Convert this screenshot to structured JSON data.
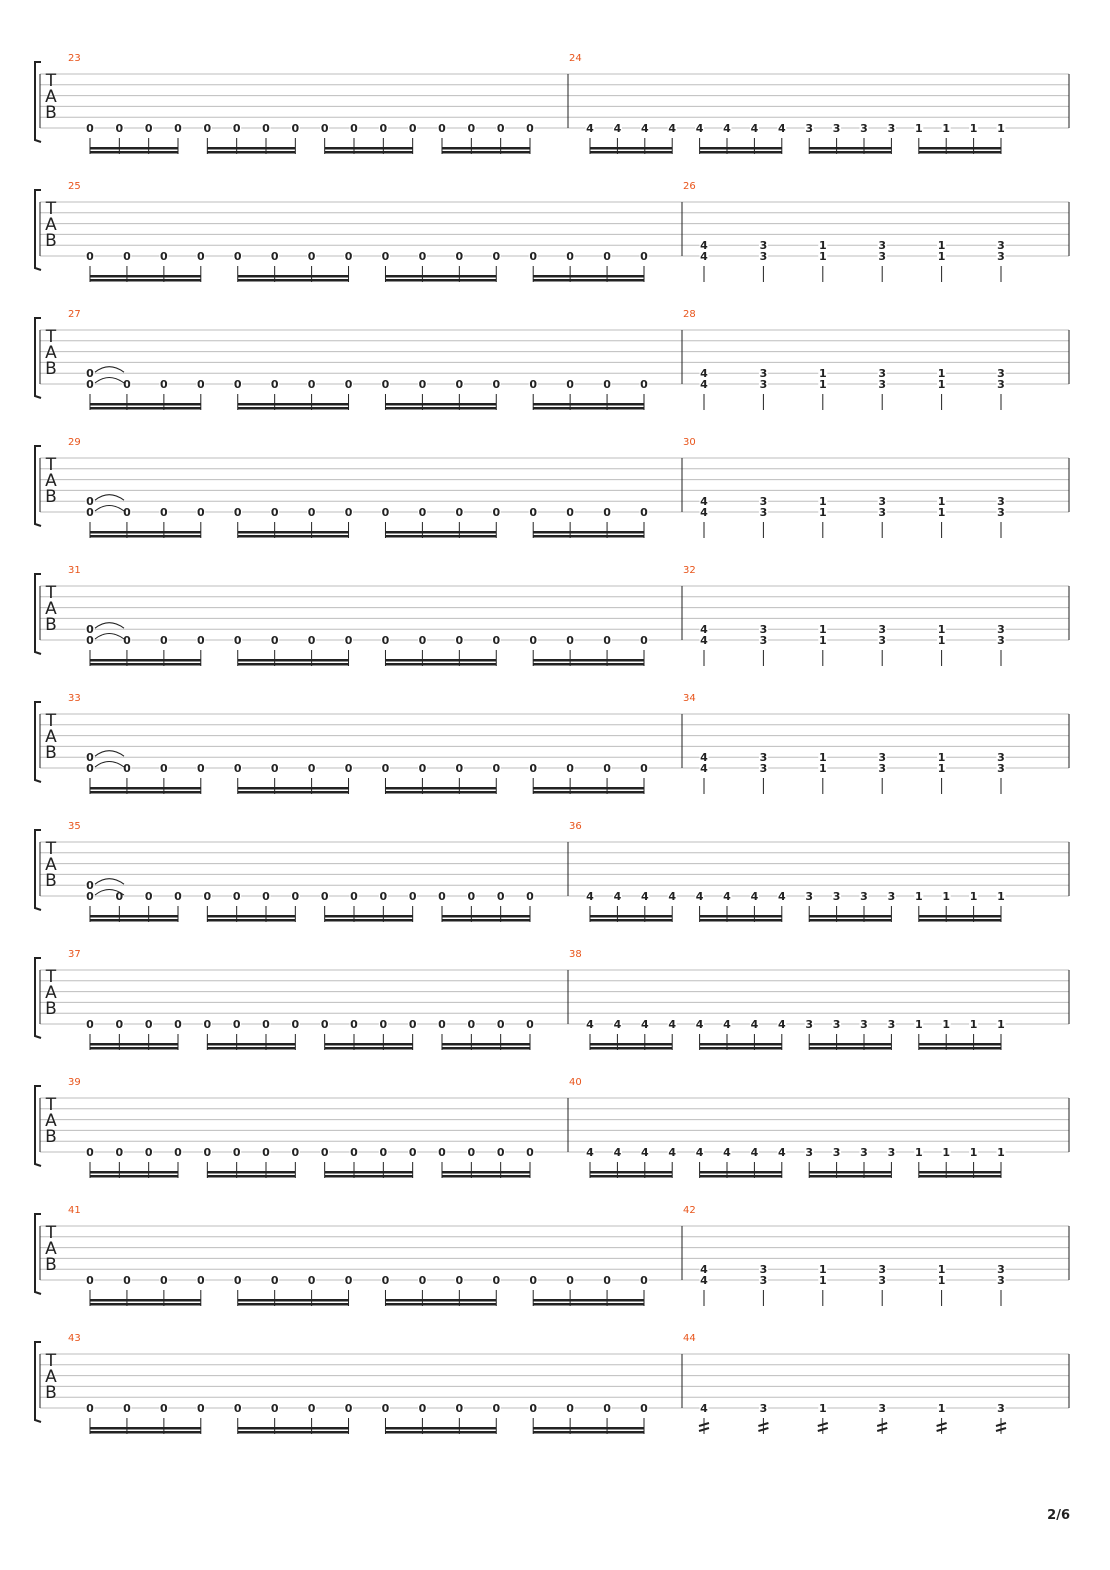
{
  "tab_letters": [
    "T",
    "A",
    "B"
  ],
  "page_number": "2/6",
  "systems": [
    {
      "measures": [
        {
          "number": "23",
          "beats": [
            [
              0
            ],
            [
              0
            ],
            [
              0
            ],
            [
              0
            ],
            [
              0
            ],
            [
              0
            ],
            [
              0
            ],
            [
              0
            ],
            [
              0
            ],
            [
              0
            ],
            [
              0
            ],
            [
              0
            ],
            [
              0
            ],
            [
              0
            ],
            [
              0
            ],
            [
              0
            ]
          ],
          "groups": [
            4,
            4,
            4,
            4
          ]
        },
        {
          "number": "24",
          "beats": [
            [
              4
            ],
            [
              4
            ],
            [
              4
            ],
            [
              4
            ],
            [
              4
            ],
            [
              4
            ],
            [
              4
            ],
            [
              4
            ],
            [
              3
            ],
            [
              3
            ],
            [
              3
            ],
            [
              3
            ],
            [
              1
            ],
            [
              1
            ],
            [
              1
            ],
            [
              1
            ]
          ],
          "groups": [
            4,
            4,
            4,
            4
          ]
        }
      ]
    },
    {
      "measures": [
        {
          "number": "25",
          "beats": [
            [
              0
            ],
            [
              0
            ],
            [
              0
            ],
            [
              0
            ],
            [
              0
            ],
            [
              0
            ],
            [
              0
            ],
            [
              0
            ],
            [
              0
            ],
            [
              0
            ],
            [
              0
            ],
            [
              0
            ],
            [
              0
            ],
            [
              0
            ],
            [
              0
            ],
            [
              0
            ]
          ],
          "groups": [
            4,
            4,
            4,
            4
          ]
        },
        {
          "number": "26",
          "beats": [
            [
              4,
              4
            ],
            [
              3,
              3
            ],
            [
              1,
              1
            ],
            [
              3,
              3
            ],
            [
              1,
              1
            ],
            [
              3,
              3
            ]
          ],
          "groups": [
            1,
            1,
            1,
            1,
            1,
            1
          ]
        }
      ]
    },
    {
      "measures": [
        {
          "number": "27",
          "beats": [
            [
              0,
              0
            ],
            [
              0
            ],
            [
              0
            ],
            [
              0
            ],
            [
              0
            ],
            [
              0
            ],
            [
              0
            ],
            [
              0
            ],
            [
              0
            ],
            [
              0
            ],
            [
              0
            ],
            [
              0
            ],
            [
              0
            ],
            [
              0
            ],
            [
              0
            ],
            [
              0
            ]
          ],
          "groups": [
            4,
            4,
            4,
            4
          ],
          "slur": true
        },
        {
          "number": "28",
          "beats": [
            [
              4,
              4
            ],
            [
              3,
              3
            ],
            [
              1,
              1
            ],
            [
              3,
              3
            ],
            [
              1,
              1
            ],
            [
              3,
              3
            ]
          ],
          "groups": [
            1,
            1,
            1,
            1,
            1,
            1
          ]
        }
      ]
    },
    {
      "measures": [
        {
          "number": "29",
          "beats": [
            [
              0,
              0
            ],
            [
              0
            ],
            [
              0
            ],
            [
              0
            ],
            [
              0
            ],
            [
              0
            ],
            [
              0
            ],
            [
              0
            ],
            [
              0
            ],
            [
              0
            ],
            [
              0
            ],
            [
              0
            ],
            [
              0
            ],
            [
              0
            ],
            [
              0
            ],
            [
              0
            ]
          ],
          "groups": [
            4,
            4,
            4,
            4
          ],
          "slur": true
        },
        {
          "number": "30",
          "beats": [
            [
              4,
              4
            ],
            [
              3,
              3
            ],
            [
              1,
              1
            ],
            [
              3,
              3
            ],
            [
              1,
              1
            ],
            [
              3,
              3
            ]
          ],
          "groups": [
            1,
            1,
            1,
            1,
            1,
            1
          ]
        }
      ]
    },
    {
      "measures": [
        {
          "number": "31",
          "beats": [
            [
              0,
              0
            ],
            [
              0
            ],
            [
              0
            ],
            [
              0
            ],
            [
              0
            ],
            [
              0
            ],
            [
              0
            ],
            [
              0
            ],
            [
              0
            ],
            [
              0
            ],
            [
              0
            ],
            [
              0
            ],
            [
              0
            ],
            [
              0
            ],
            [
              0
            ],
            [
              0
            ]
          ],
          "groups": [
            4,
            4,
            4,
            4
          ],
          "slur": true
        },
        {
          "number": "32",
          "beats": [
            [
              4,
              4
            ],
            [
              3,
              3
            ],
            [
              1,
              1
            ],
            [
              3,
              3
            ],
            [
              1,
              1
            ],
            [
              3,
              3
            ]
          ],
          "groups": [
            1,
            1,
            1,
            1,
            1,
            1
          ]
        }
      ]
    },
    {
      "measures": [
        {
          "number": "33",
          "beats": [
            [
              0,
              0
            ],
            [
              0
            ],
            [
              0
            ],
            [
              0
            ],
            [
              0
            ],
            [
              0
            ],
            [
              0
            ],
            [
              0
            ],
            [
              0
            ],
            [
              0
            ],
            [
              0
            ],
            [
              0
            ],
            [
              0
            ],
            [
              0
            ],
            [
              0
            ],
            [
              0
            ]
          ],
          "groups": [
            4,
            4,
            4,
            4
          ],
          "slur": true
        },
        {
          "number": "34",
          "beats": [
            [
              4,
              4
            ],
            [
              3,
              3
            ],
            [
              1,
              1
            ],
            [
              3,
              3
            ],
            [
              1,
              1
            ],
            [
              3,
              3
            ]
          ],
          "groups": [
            1,
            1,
            1,
            1,
            1,
            1
          ]
        }
      ]
    },
    {
      "measures": [
        {
          "number": "35",
          "beats": [
            [
              0,
              0
            ],
            [
              0
            ],
            [
              0
            ],
            [
              0
            ],
            [
              0
            ],
            [
              0
            ],
            [
              0
            ],
            [
              0
            ],
            [
              0
            ],
            [
              0
            ],
            [
              0
            ],
            [
              0
            ],
            [
              0
            ],
            [
              0
            ],
            [
              0
            ],
            [
              0
            ]
          ],
          "groups": [
            4,
            4,
            4,
            4
          ],
          "slur": true
        },
        {
          "number": "36",
          "beats": [
            [
              4
            ],
            [
              4
            ],
            [
              4
            ],
            [
              4
            ],
            [
              4
            ],
            [
              4
            ],
            [
              4
            ],
            [
              4
            ],
            [
              3
            ],
            [
              3
            ],
            [
              3
            ],
            [
              3
            ],
            [
              1
            ],
            [
              1
            ],
            [
              1
            ],
            [
              1
            ]
          ],
          "groups": [
            4,
            4,
            4,
            4
          ]
        }
      ]
    },
    {
      "measures": [
        {
          "number": "37",
          "beats": [
            [
              0
            ],
            [
              0
            ],
            [
              0
            ],
            [
              0
            ],
            [
              0
            ],
            [
              0
            ],
            [
              0
            ],
            [
              0
            ],
            [
              0
            ],
            [
              0
            ],
            [
              0
            ],
            [
              0
            ],
            [
              0
            ],
            [
              0
            ],
            [
              0
            ],
            [
              0
            ]
          ],
          "groups": [
            4,
            4,
            4,
            4
          ]
        },
        {
          "number": "38",
          "beats": [
            [
              4
            ],
            [
              4
            ],
            [
              4
            ],
            [
              4
            ],
            [
              4
            ],
            [
              4
            ],
            [
              4
            ],
            [
              4
            ],
            [
              3
            ],
            [
              3
            ],
            [
              3
            ],
            [
              3
            ],
            [
              1
            ],
            [
              1
            ],
            [
              1
            ],
            [
              1
            ]
          ],
          "groups": [
            4,
            4,
            4,
            4
          ]
        }
      ]
    },
    {
      "measures": [
        {
          "number": "39",
          "beats": [
            [
              0
            ],
            [
              0
            ],
            [
              0
            ],
            [
              0
            ],
            [
              0
            ],
            [
              0
            ],
            [
              0
            ],
            [
              0
            ],
            [
              0
            ],
            [
              0
            ],
            [
              0
            ],
            [
              0
            ],
            [
              0
            ],
            [
              0
            ],
            [
              0
            ],
            [
              0
            ]
          ],
          "groups": [
            4,
            4,
            4,
            4
          ]
        },
        {
          "number": "40",
          "beats": [
            [
              4
            ],
            [
              4
            ],
            [
              4
            ],
            [
              4
            ],
            [
              4
            ],
            [
              4
            ],
            [
              4
            ],
            [
              4
            ],
            [
              3
            ],
            [
              3
            ],
            [
              3
            ],
            [
              3
            ],
            [
              1
            ],
            [
              1
            ],
            [
              1
            ],
            [
              1
            ]
          ],
          "groups": [
            4,
            4,
            4,
            4
          ]
        }
      ]
    },
    {
      "measures": [
        {
          "number": "41",
          "beats": [
            [
              0
            ],
            [
              0
            ],
            [
              0
            ],
            [
              0
            ],
            [
              0
            ],
            [
              0
            ],
            [
              0
            ],
            [
              0
            ],
            [
              0
            ],
            [
              0
            ],
            [
              0
            ],
            [
              0
            ],
            [
              0
            ],
            [
              0
            ],
            [
              0
            ],
            [
              0
            ]
          ],
          "groups": [
            4,
            4,
            4,
            4
          ]
        },
        {
          "number": "42",
          "beats": [
            [
              4,
              4
            ],
            [
              3,
              3
            ],
            [
              1,
              1
            ],
            [
              3,
              3
            ],
            [
              1,
              1
            ],
            [
              3,
              3
            ]
          ],
          "groups": [
            1,
            1,
            1,
            1,
            1,
            1
          ]
        }
      ]
    },
    {
      "measures": [
        {
          "number": "43",
          "beats": [
            [
              0
            ],
            [
              0
            ],
            [
              0
            ],
            [
              0
            ],
            [
              0
            ],
            [
              0
            ],
            [
              0
            ],
            [
              0
            ],
            [
              0
            ],
            [
              0
            ],
            [
              0
            ],
            [
              0
            ],
            [
              0
            ],
            [
              0
            ],
            [
              0
            ],
            [
              0
            ]
          ],
          "groups": [
            4,
            4,
            4,
            4
          ]
        },
        {
          "number": "44",
          "beats": [
            [
              4
            ],
            [
              3
            ],
            [
              1
            ],
            [
              3
            ],
            [
              1
            ],
            [
              3
            ]
          ],
          "groups": [
            1,
            1,
            1,
            1,
            1,
            1
          ],
          "tremolo": true
        }
      ]
    }
  ],
  "colors": {
    "measure_number": "#e8551c",
    "staff_line": "#bdbdbd",
    "ink": "#222222"
  }
}
